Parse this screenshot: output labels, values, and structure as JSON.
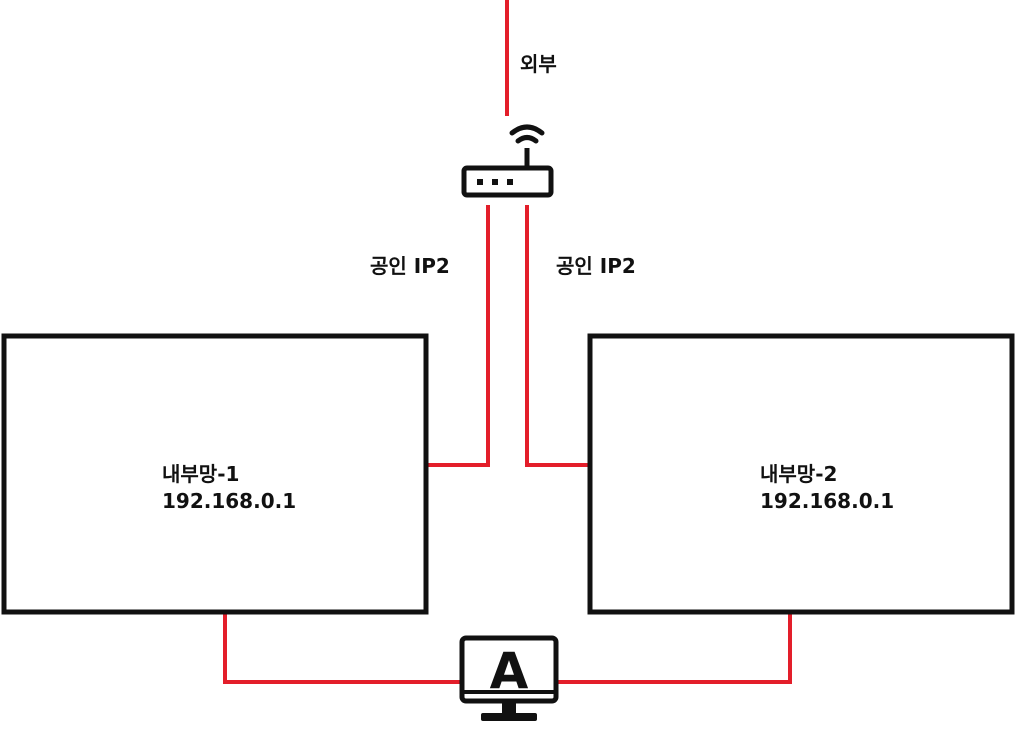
{
  "colors": {
    "link": "#e31e2a",
    "outline": "#111111",
    "background": "#ffffff"
  },
  "labels": {
    "external": "외부",
    "public_ip_left": "공인 IP2",
    "public_ip_right": "공인 IP2"
  },
  "networks": [
    {
      "name": "내부망-1",
      "ip": "192.168.0.1"
    },
    {
      "name": "내부망-2",
      "ip": "192.168.0.1"
    }
  ],
  "client": {
    "letter": "A",
    "icon": "monitor-icon"
  },
  "router": {
    "icon": "wifi-router-icon"
  }
}
